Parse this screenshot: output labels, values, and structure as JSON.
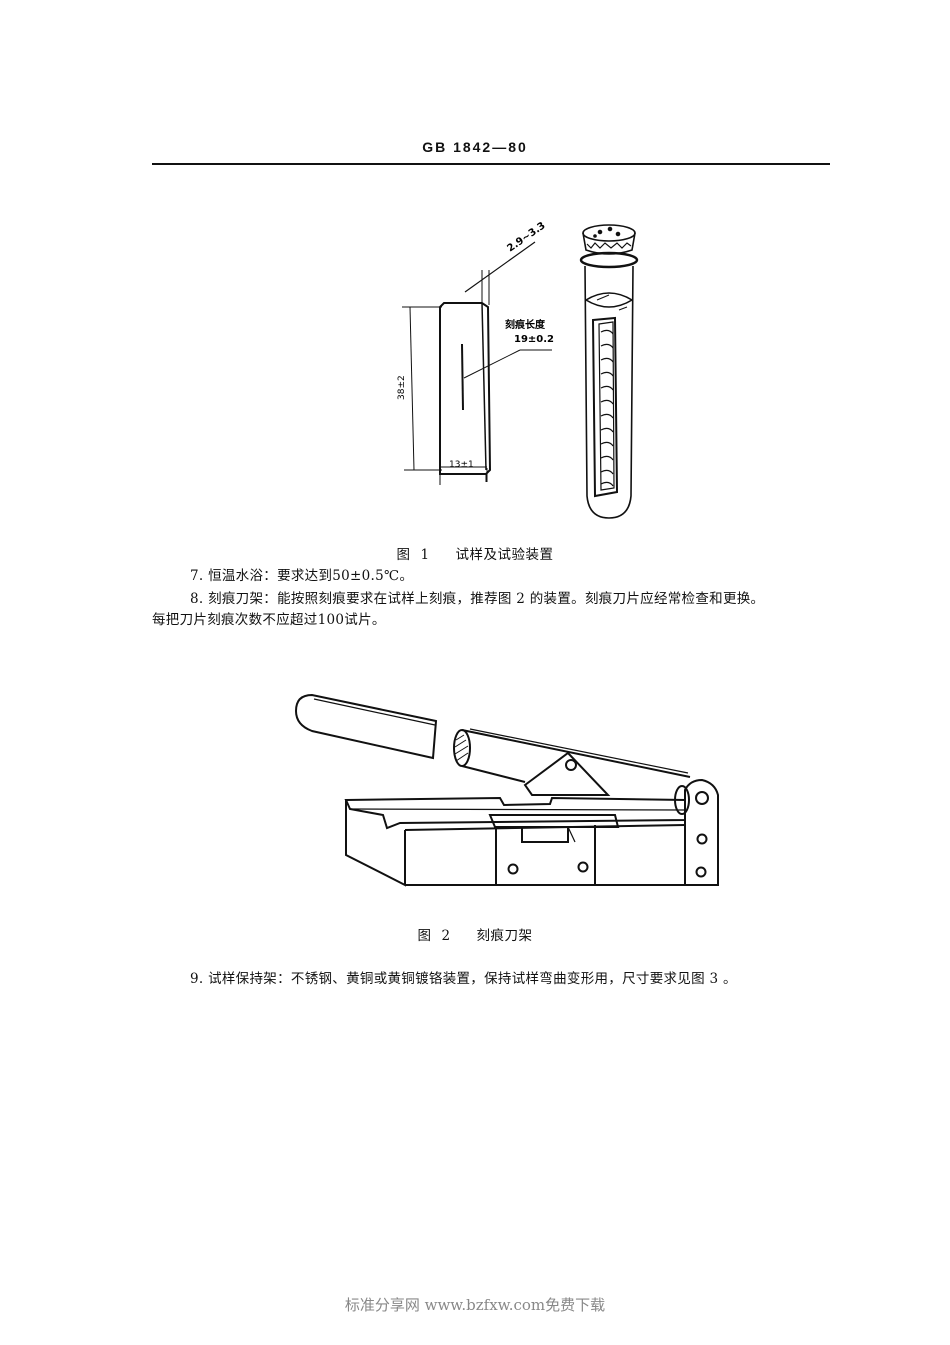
{
  "header": {
    "standard_code": "GB 1842—80"
  },
  "figure1": {
    "caption_prefix": "图",
    "caption_number": "1",
    "caption_title": "试样及试验装置",
    "labels": {
      "thickness": "2.9~3.3",
      "scratch_length_title": "刻痕长度",
      "scratch_length_value": "19±0.2",
      "height": "38±2",
      "width": "13±1"
    }
  },
  "items": [
    {
      "number": "7.",
      "term": "恒温水浴：",
      "text": "要求达到50±0.5℃。"
    },
    {
      "number": "8.",
      "term": "刻痕刀架：",
      "text": "能按照刻痕要求在试样上刻痕，推荐图 2 的装置。刻痕刀片应经常检查和更换。",
      "continuation": "每把刀片刻痕次数不应超过100试片。"
    }
  ],
  "figure2": {
    "caption_prefix": "图",
    "caption_number": "2",
    "caption_title": "刻痕刀架"
  },
  "items_after": [
    {
      "number": "9.",
      "term": "试样保持架：",
      "text": "不锈钢、黄铜或黄铜镀铬装置，保持试样弯曲变形用，尺寸要求见图 3 。"
    }
  ],
  "footer": {
    "watermark": "标准分享网 www.bzfxw.com免费下载"
  }
}
